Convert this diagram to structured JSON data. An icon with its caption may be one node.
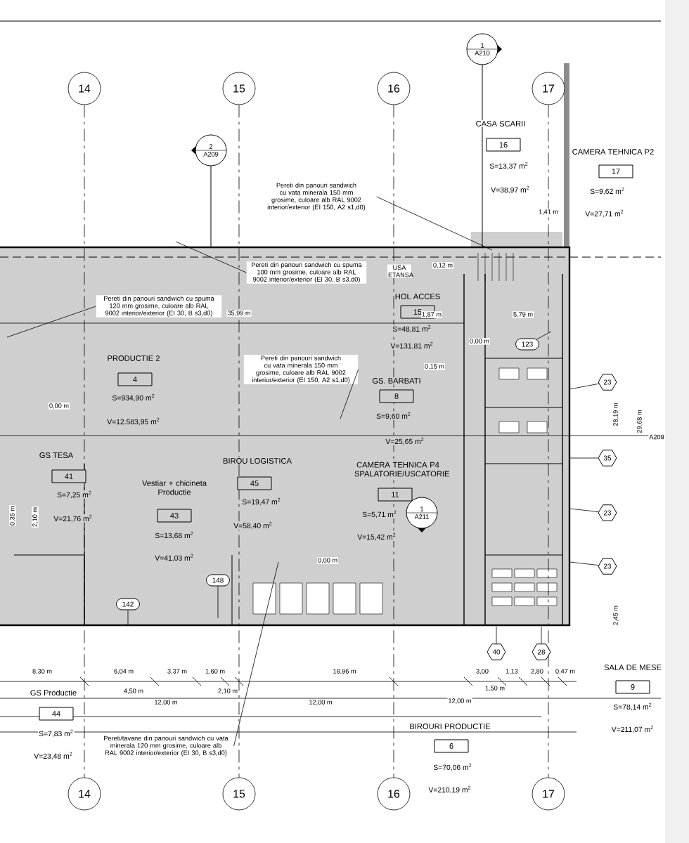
{
  "diagram": {
    "nodes": [
      {
        "text": [
          "14"
        ]
      },
      {
        "text": [
          "15"
        ]
      },
      {
        "text": [
          "16"
        ]
      },
      {
        "text": [
          "17"
        ]
      },
      {
        "text": [
          "14"
        ]
      },
      {
        "text": [
          "15"
        ]
      },
      {
        "text": [
          "16"
        ]
      },
      {
        "text": [
          "17"
        ]
      },
      {
        "text": [
          "16"
        ],
        "beside": [
          "CASA SCARII",
          "S=13,37 m$^{2}$",
          "V=38,97 m$^{2}$"
        ]
      },
      {
        "text": [
          "17"
        ],
        "beside": [
          "CAMERA TEHNICA P2",
          "S=9,62 m$^{2}$",
          "V=27,71 m$^{2}$"
        ]
      },
      {
        "text": [
          "15"
        ],
        "beside": [
          "HOL ACCES",
          "S=48,81 m$^{2}$",
          "V=131,81 m$^{2}$"
        ]
      },
      {
        "text": [
          "4"
        ],
        "beside": [
          "PRODUCTIE 2",
          "S=934,90 m$^{2}$",
          "V=12.583,95 m$^{2}$"
        ]
      },
      {
        "text": [
          "8"
        ],
        "beside": [
          "GS. BARBATI",
          "S=9,60 m$^{2}$",
          "V=25,65 m$^{2}$"
        ]
      },
      {
        "text": [
          "41"
        ],
        "beside": [
          "GS TESA",
          "S=7,25 m$^{2}$",
          "V=21,76 m$^{2}$"
        ]
      },
      {
        "text": [
          "45"
        ],
        "beside": [
          "BIROU LOGISTICA",
          "S=19,47 m$^{2}$",
          "V=58,40 m$^{2}$"
        ]
      },
      {
        "text": [
          "11"
        ],
        "beside": [
          "CAMERA TEHNICA P4 SPALATORIE/USCATORIE",
          "S=5,71 m$^{2}$",
          "V=15,42 m$^{2}$"
        ]
      },
      {
        "text": [
          "43"
        ],
        "beside": [
          "Vestiar + chicineta Productie",
          "S=13,68 m$^{2}$",
          "V=41,03 m$^{2}$"
        ]
      },
      {
        "text": [
          "44"
        ],
        "beside": [
          "GS Productie",
          "S=7,83 m$^{2}$",
          "V=23,48 m$^{2}$"
        ]
      },
      {
        "text": [
          "9"
        ],
        "beside": [
          "SALA DE MESE",
          "S=78,14 m$^{2}$",
          "V=211,07 m$^{2}$"
        ]
      },
      {
        "text": [
          "6"
        ],
        "beside": [
          "BIROURI PRODUCTIE",
          "S=70,06 m$^{2}$",
          "V=210,19 m$^{2}$"
        ]
      },
      {
        "text": [
          "123"
        ]
      },
      {
        "text": [
          "23"
        ]
      },
      {
        "text": [
          "35"
        ]
      },
      {
        "text": [
          "23"
        ]
      },
      {
        "text": [
          "23"
        ]
      },
      {
        "text": [
          "148"
        ]
      },
      {
        "text": [
          "142"
        ]
      },
      {
        "text": [
          "40"
        ]
      },
      {
        "text": [
          "28"
        ]
      },
      {
        "text": [
          "Pereti din panouri sandwich cu vata minerala 150 mm grosime, culoare alb RAL 9002 interior/exterior (EI 150, A2 s1,d0)"
        ]
      },
      {
        "text": [
          "Pereti din panouri sandwich cu spuma 100 mm grosime, culoare alb RAL 9002 interior/exterior (EI 30, B s3,d0)"
        ]
      },
      {
        "text": [
          "Pereti din panouri sandwich cu spuma 120 mm grosime, culoare alb RAL 9002 interior/exterior (EI 30, B s3,d0)"
        ]
      },
      {
        "text": [
          "Pereti din panouri sandwich cu vata minerala 150 mm grosime, culoare alb RAL 9002 interior/exterior (EI 150, A2 s1,d0)"
        ]
      },
      {
        "text": [
          "Pereti/tavane din panouri sandwich cu vata minerala 120 mm grosime, culoare alb RAL 9002 interior/exterior (EI 30, B s3,d0)"
        ]
      },
      {
        "text": [
          "2",
          "A209"
        ]
      },
      {
        "text": [
          "1",
          "A210"
        ]
      },
      {
        "text": [
          "1",
          "A211"
        ]
      }
    ],
    "edges": [
      {
        "from": 0,
        "to": 4,
        "arrow": "none",
        "style": "dashed"
      },
      {
        "from": 1,
        "to": 5,
        "arrow": "none",
        "style": "dashed"
      },
      {
        "from": 2,
        "to": 6,
        "arrow": "none",
        "style": "dashed"
      },
      {
        "from": 3,
        "to": 7,
        "arrow": "none",
        "style": "dashed"
      },
      {
        "from": 20,
        "to": null,
        "arrow": "none"
      },
      {
        "from": 21,
        "to": null,
        "arrow": "none"
      },
      {
        "from": 22,
        "to": null,
        "arrow": "none"
      },
      {
        "from": 23,
        "to": null,
        "arrow": "none"
      },
      {
        "from": 24,
        "to": null,
        "arrow": "none"
      },
      {
        "from": 25,
        "to": null,
        "arrow": "none"
      },
      {
        "from": 26,
        "to": null,
        "arrow": "none"
      },
      {
        "from": 27,
        "to": null,
        "arrow": "none"
      },
      {
        "from": 28,
        "to": null,
        "arrow": "none"
      },
      {
        "from": 29,
        "to": null,
        "arrow": "none"
      },
      {
        "from": 30,
        "to": null,
        "arrow": "none"
      },
      {
        "from": 31,
        "to": null,
        "arrow": "none"
      },
      {
        "from": 32,
        "to": null,
        "arrow": "none"
      },
      {
        "from": 33,
        "to": null,
        "arrow": "none"
      }
    ],
    "labels": [
      "USA ETANSA",
      "0,12 m",
      "1,41 m",
      "35,99 m",
      "1,87 m",
      "5,79 m",
      "0,00 m",
      "0,15 m",
      "0,00 m",
      "0,00 m",
      "0,35 m",
      "2,10 m",
      "28,19 m",
      "29,68 m",
      "A209",
      "2,45 m",
      "8,30 m",
      "6,04 m",
      "3,37 m",
      "1,60 m",
      "18,96 m",
      "3,00",
      "1,13",
      "2,80",
      "0,47 m",
      "4,50 m",
      "2,10 m",
      "1,50 m",
      "12,00 m",
      "12,00 m",
      "12,00 m"
    ]
  }
}
